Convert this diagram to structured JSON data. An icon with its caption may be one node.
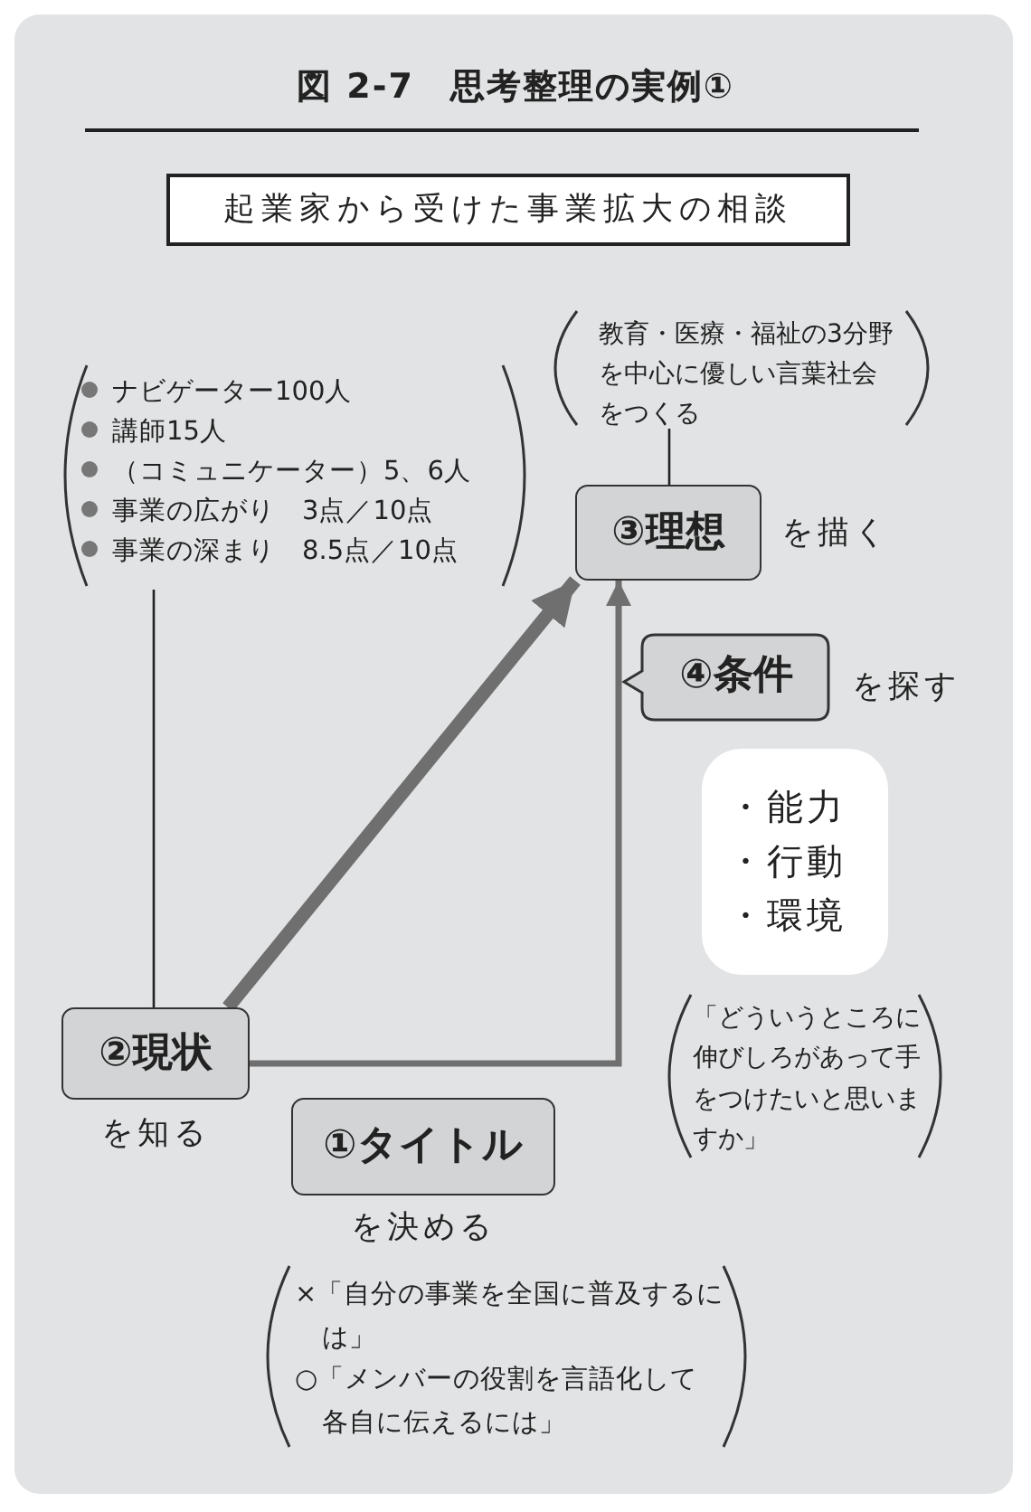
{
  "diagram": {
    "title": "図 2-7　思考整理の実例①",
    "nodes": [
      {
        "text": [
          "起業家から受けた事業拡大の相談"
        ]
      },
      {
        "text": [
          "①タイトル"
        ],
        "beside": [
          "を決める"
        ]
      },
      {
        "text": [
          "②現状"
        ],
        "beside": [
          "を知る"
        ]
      },
      {
        "text": [
          "③理想"
        ],
        "beside": [
          "を描く"
        ]
      },
      {
        "text": [
          "④条件"
        ],
        "beside": [
          "を探す"
        ]
      },
      {
        "text": [
          "・能力",
          "・行動",
          "・環境"
        ]
      },
      {
        "text": [
          "ナビゲーター100人",
          "講師15人",
          "（コミュニケーター）5、6人",
          "事業の広がり　3点／10点",
          "事業の深まり　8.5点／10点"
        ]
      },
      {
        "text": [
          "教育・医療・福祉の3分野を中心に優しい言葉社会をつくる"
        ]
      },
      {
        "text": [
          "「どういうところに伸びしろがあって手をつけたいと思いますか」"
        ]
      },
      {
        "text": [
          "×「自分の事業を全国に普及するには」",
          "○「メンバーの役割を言語化して各自に伝えるには」"
        ]
      }
    ],
    "edges": [
      {
        "from": 6,
        "to": 2,
        "arrow": "none",
        "color": "#222222"
      },
      {
        "from": 7,
        "to": 3,
        "arrow": "none",
        "color": "#222222"
      },
      {
        "from": 2,
        "to": 3,
        "arrow": "to",
        "style": "thick",
        "color": "#6f6f6f"
      },
      {
        "from": 2,
        "to": 3,
        "arrow": "to",
        "style": "thick",
        "color": "#6f6f6f"
      }
    ]
  }
}
